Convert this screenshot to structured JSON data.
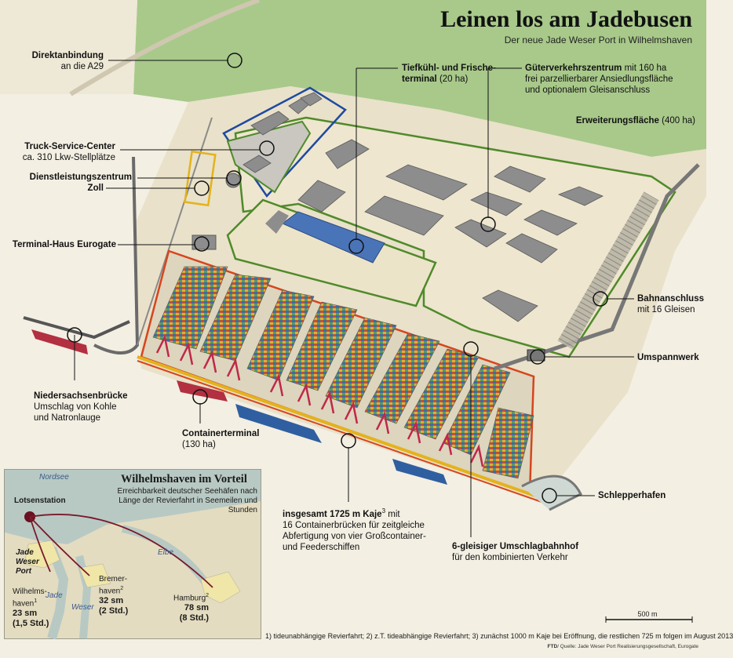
{
  "header": {
    "title": "Leinen los am Jadebusen",
    "subtitle": "Der neue Jade Weser Port in Wilhelmshaven"
  },
  "labels": {
    "a29": {
      "bold": "Direktanbindung",
      "text": "an die A29"
    },
    "truck": {
      "bold": "Truck-Service-Center",
      "text": "ca. 310 Lkw-Stellplätze"
    },
    "dienst": {
      "bold": "Dienstleistungszentrum"
    },
    "zoll": {
      "bold": "Zoll"
    },
    "eurogate": {
      "bold": "Terminal-Haus Eurogate"
    },
    "tiefkuehl": {
      "bold1": "Tiefkühl- und Frische-",
      "bold2": "terminal",
      "text": "(20 ha)"
    },
    "gvz": {
      "bold": "Güterverkehrszentrum",
      "text1": "mit 160 ha",
      "text2": "frei parzellierbarer Ansiedlungsfläche",
      "text3": "und optionalem Gleisanschluss"
    },
    "erweiterung": {
      "bold": "Erweiterungsfläche",
      "text": "(400 ha)"
    },
    "bahn": {
      "bold": "Bahnanschluss",
      "text": "mit 16 Gleisen"
    },
    "umspann": {
      "bold": "Umspannwerk"
    },
    "schlepper": {
      "bold": "Schlepperhafen"
    },
    "niedersachsen": {
      "bold": "Niedersachsenbrücke",
      "text1": "Umschlag von Kohle",
      "text2": "und Natronlauge"
    },
    "container": {
      "bold": "Containerterminal",
      "text": "(130 ha)"
    },
    "kaje": {
      "bold": "insgesamt 1725 m Kaje",
      "sup": "3",
      "text0": "mit",
      "text1": "16 Containerbrücken für zeitgleiche",
      "text2": "Abfertigung von vier Großcontainer-",
      "text3": "und Feederschiffen"
    },
    "umschlag": {
      "bold": "6-gleisiger Umschlagbahnhof",
      "text": "für den kombinierten Verkehr"
    }
  },
  "inset": {
    "title": "Wilhelmshaven im Vorteil",
    "subtitle": "Erreichbarkeit deutscher Seehäfen nach Länge der Revierfahrt in Seemeilen und Stunden",
    "nordsee": "Nordsee",
    "lotsen": "Lotsenstation",
    "jwp": "Jade Weser Port",
    "jade": "Jade",
    "weser": "Weser",
    "elbe": "Elbe",
    "ports": [
      {
        "name": "Wilhelms-",
        "name2": "haven",
        "sup": "1",
        "sm": "23 sm",
        "time": "(1,5 Std.)"
      },
      {
        "name": "Bremer-",
        "name2": "haven",
        "sup": "2",
        "sm": "32 sm",
        "time": "(2 Std.)"
      },
      {
        "name": "Hamburg",
        "sup": "2",
        "sm": "78 sm",
        "time": "(8 Std.)"
      }
    ]
  },
  "footnote": "1) tideunabhängige Revierfahrt; 2) z.T. tideabhängige Revierfahrt; 3) zunächst 1000 m Kaje bei Eröffnung, die restlichen 725 m folgen im August 2013",
  "source": {
    "prefix": "FTD",
    "text": "/ Quelle: Jade Weser Port Realisierungsgesellschaft, Eurogate"
  },
  "scale": "500 m",
  "colors": {
    "green": "#a8c98a",
    "sand": "#ede4c8",
    "ground": "#e9e1c9",
    "blue_outline": "#1e4aa0",
    "green_outline": "#4f8a2a",
    "red_outline": "#d6451e",
    "yellow_outline": "#e4b21c",
    "building": "#8d8d8d",
    "water": "#b8c9c4"
  }
}
